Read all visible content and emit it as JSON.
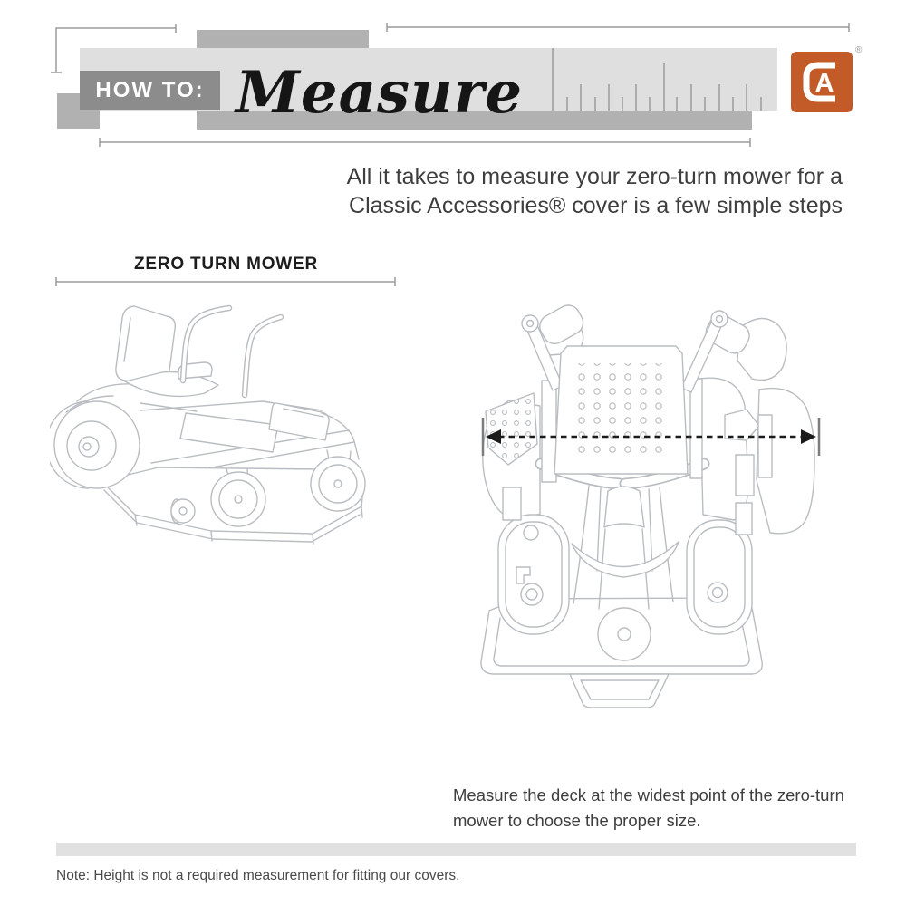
{
  "header": {
    "eyebrow": "HOW TO:",
    "title": "Measure",
    "logo": {
      "brand": "Classic Accessories",
      "monogram": "CA",
      "monogram_a": "A",
      "registered_mark": "®"
    }
  },
  "intro": {
    "line1": "All it takes to measure your zero-turn mower for a",
    "line2": "Classic Accessories® cover is a few simple steps"
  },
  "section": {
    "label": "ZERO TURN MOWER"
  },
  "caption": {
    "line1": "Measure the deck at the widest point of the zero-turn",
    "line2": "mower to choose the proper size."
  },
  "footer": {
    "note": "Note: Height is not a required measurement for fitting our covers."
  },
  "colors": {
    "accent_orange": "#c25b27",
    "band_light": "#dfdfdf",
    "band_medium": "#b1b1b1",
    "band_dark": "#8c8c8c",
    "ruler_line": "#9b9b9b",
    "sketch_stroke": "#b9bdc2",
    "arrow_black": "#1c1c1c",
    "text_dark": "#3e3e3e",
    "note_bar": "#e1e1e1"
  }
}
